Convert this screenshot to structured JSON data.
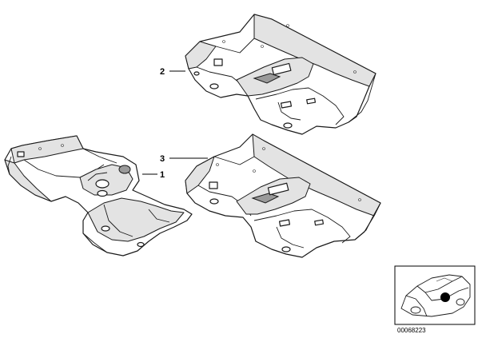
{
  "callouts": [
    {
      "id": "part-1",
      "label": "1"
    },
    {
      "id": "part-2",
      "label": "2"
    },
    {
      "id": "part-3",
      "label": "3"
    }
  ],
  "inset": {
    "reference_code": "00068223",
    "icon": "car-silhouette-icon"
  }
}
